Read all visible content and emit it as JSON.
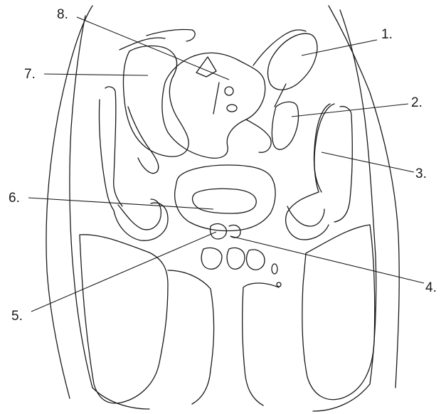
{
  "diagram": {
    "labels": [
      {
        "id": "1",
        "text": "1."
      },
      {
        "id": "2",
        "text": "2."
      },
      {
        "id": "3",
        "text": "3."
      },
      {
        "id": "4",
        "text": "4."
      },
      {
        "id": "5",
        "text": "5."
      },
      {
        "id": "6",
        "text": "6."
      },
      {
        "id": "7",
        "text": "7."
      },
      {
        "id": "8",
        "text": "8."
      }
    ],
    "colors": {
      "line": "#1a1a1a",
      "background": "#ffffff"
    }
  }
}
